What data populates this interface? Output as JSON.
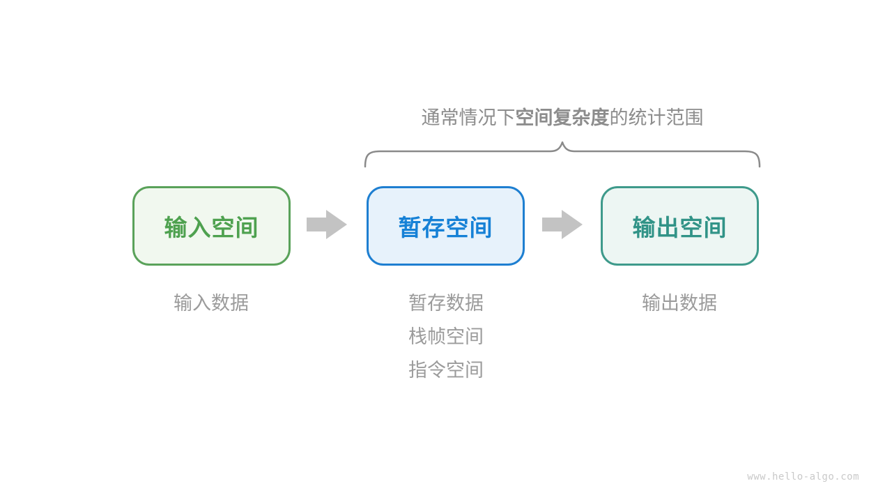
{
  "title": {
    "prefix": "通常情况下",
    "bold_term": "空间复杂度",
    "suffix": "的统计范围"
  },
  "boxes": [
    {
      "label": "输入空间",
      "border_color": "#5aa25a",
      "bg_color": "#f1f8ef",
      "text_color": "#4ea14f"
    },
    {
      "label": "暂存空间",
      "border_color": "#1e7fd1",
      "bg_color": "#e7f2fb",
      "text_color": "#1681d6"
    },
    {
      "label": "输出空间",
      "border_color": "#3e9a8b",
      "bg_color": "#edf6f3",
      "text_color": "#319387"
    }
  ],
  "captions": {
    "input": [
      "输入数据"
    ],
    "temp": [
      "暂存数据",
      "栈帧空间",
      "指令空间"
    ],
    "output": [
      "输出数据"
    ]
  },
  "icons": {
    "arrow_1": "right-block-arrow",
    "arrow_2": "right-block-arrow",
    "brace": "horizontal-curly-brace"
  },
  "colors": {
    "background": "#ffffff",
    "title_text": "#8c8c8c",
    "caption_text": "#9b9b9b",
    "brace_stroke": "#8a8a8a",
    "arrow_fill": "#c3c3c3",
    "watermark_text": "#c9c9c9"
  },
  "watermark": "www.hello-algo.com"
}
